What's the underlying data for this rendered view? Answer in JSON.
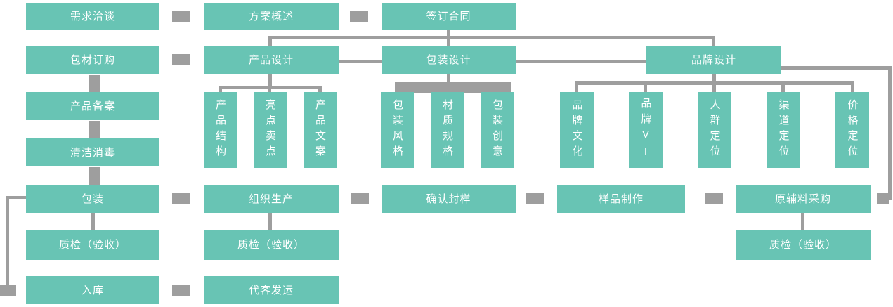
{
  "diagram": {
    "colors": {
      "node_fill": "#68c4b4",
      "node_text": "#ffffff",
      "connector": "#9e9e9e",
      "background": "#ffffff"
    },
    "nodes": {
      "demand_negotiation": "需求洽谈",
      "proposal_overview": "方案概述",
      "contract_signing": "签订合同",
      "packaging_material_ordering": "包材订购",
      "product_design": "产品设计",
      "packaging_design": "包装设计",
      "brand_design": "品牌设计",
      "product_registration": "产品备案",
      "cleaning_disinfection": "清洁消毒",
      "packing": "包装",
      "quality_inspection_packing": "质检（验收）",
      "warehousing": "入库",
      "product_structure": "产品结构",
      "highlight_selling_point": "亮点卖点",
      "product_copywriting": "产品文案",
      "organize_production": "组织生产",
      "quality_inspection_production": "质检（验收）",
      "consignment_shipping": "代客发运",
      "packaging_style": "包装风格",
      "material_specification": "材质规格",
      "packaging_creativity": "包装创意",
      "sample_confirmation": "确认封样",
      "sample_making": "样品制作",
      "brand_culture": "品牌文化",
      "brand_vi": "品牌VI",
      "audience_positioning": "人群定位",
      "channel_positioning": "渠道定位",
      "price_positioning": "价格定位",
      "raw_material_procurement": "原辅料采购",
      "quality_inspection_procurement": "质检（验收）"
    }
  }
}
